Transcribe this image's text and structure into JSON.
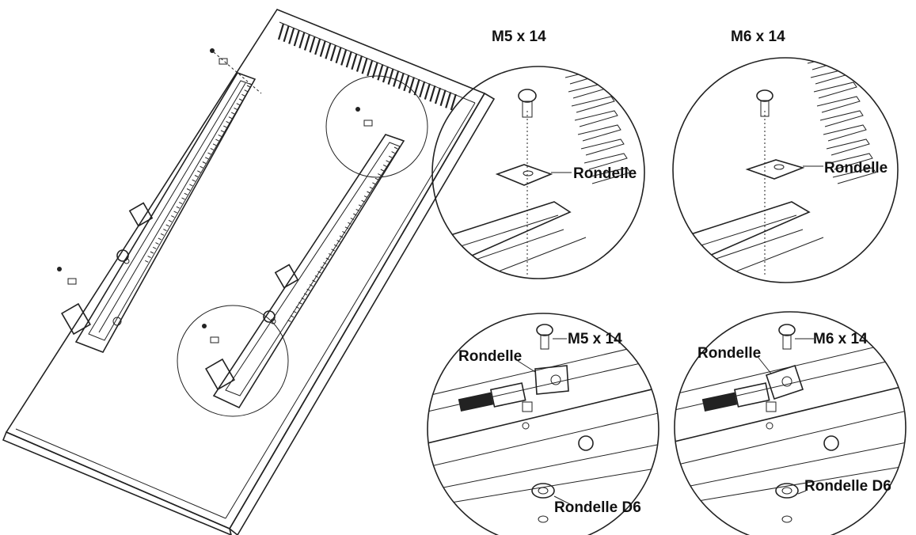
{
  "callouts": {
    "top_left": {
      "screw": "M5 x 14",
      "washer": "Rondelle"
    },
    "top_right": {
      "screw": "M6 x 14",
      "washer": "Rondelle"
    },
    "bottom_left": {
      "screw": "M5 x 14",
      "washer": "Rondelle",
      "spacer": "Rondelle D6"
    },
    "bottom_right": {
      "screw": "M6 x 14",
      "washer": "Rondelle",
      "spacer": "Rondelle D6"
    }
  },
  "colors": {
    "line": "#222222",
    "metal": "#9a9a9a",
    "zoom": "#e6e6e6"
  }
}
